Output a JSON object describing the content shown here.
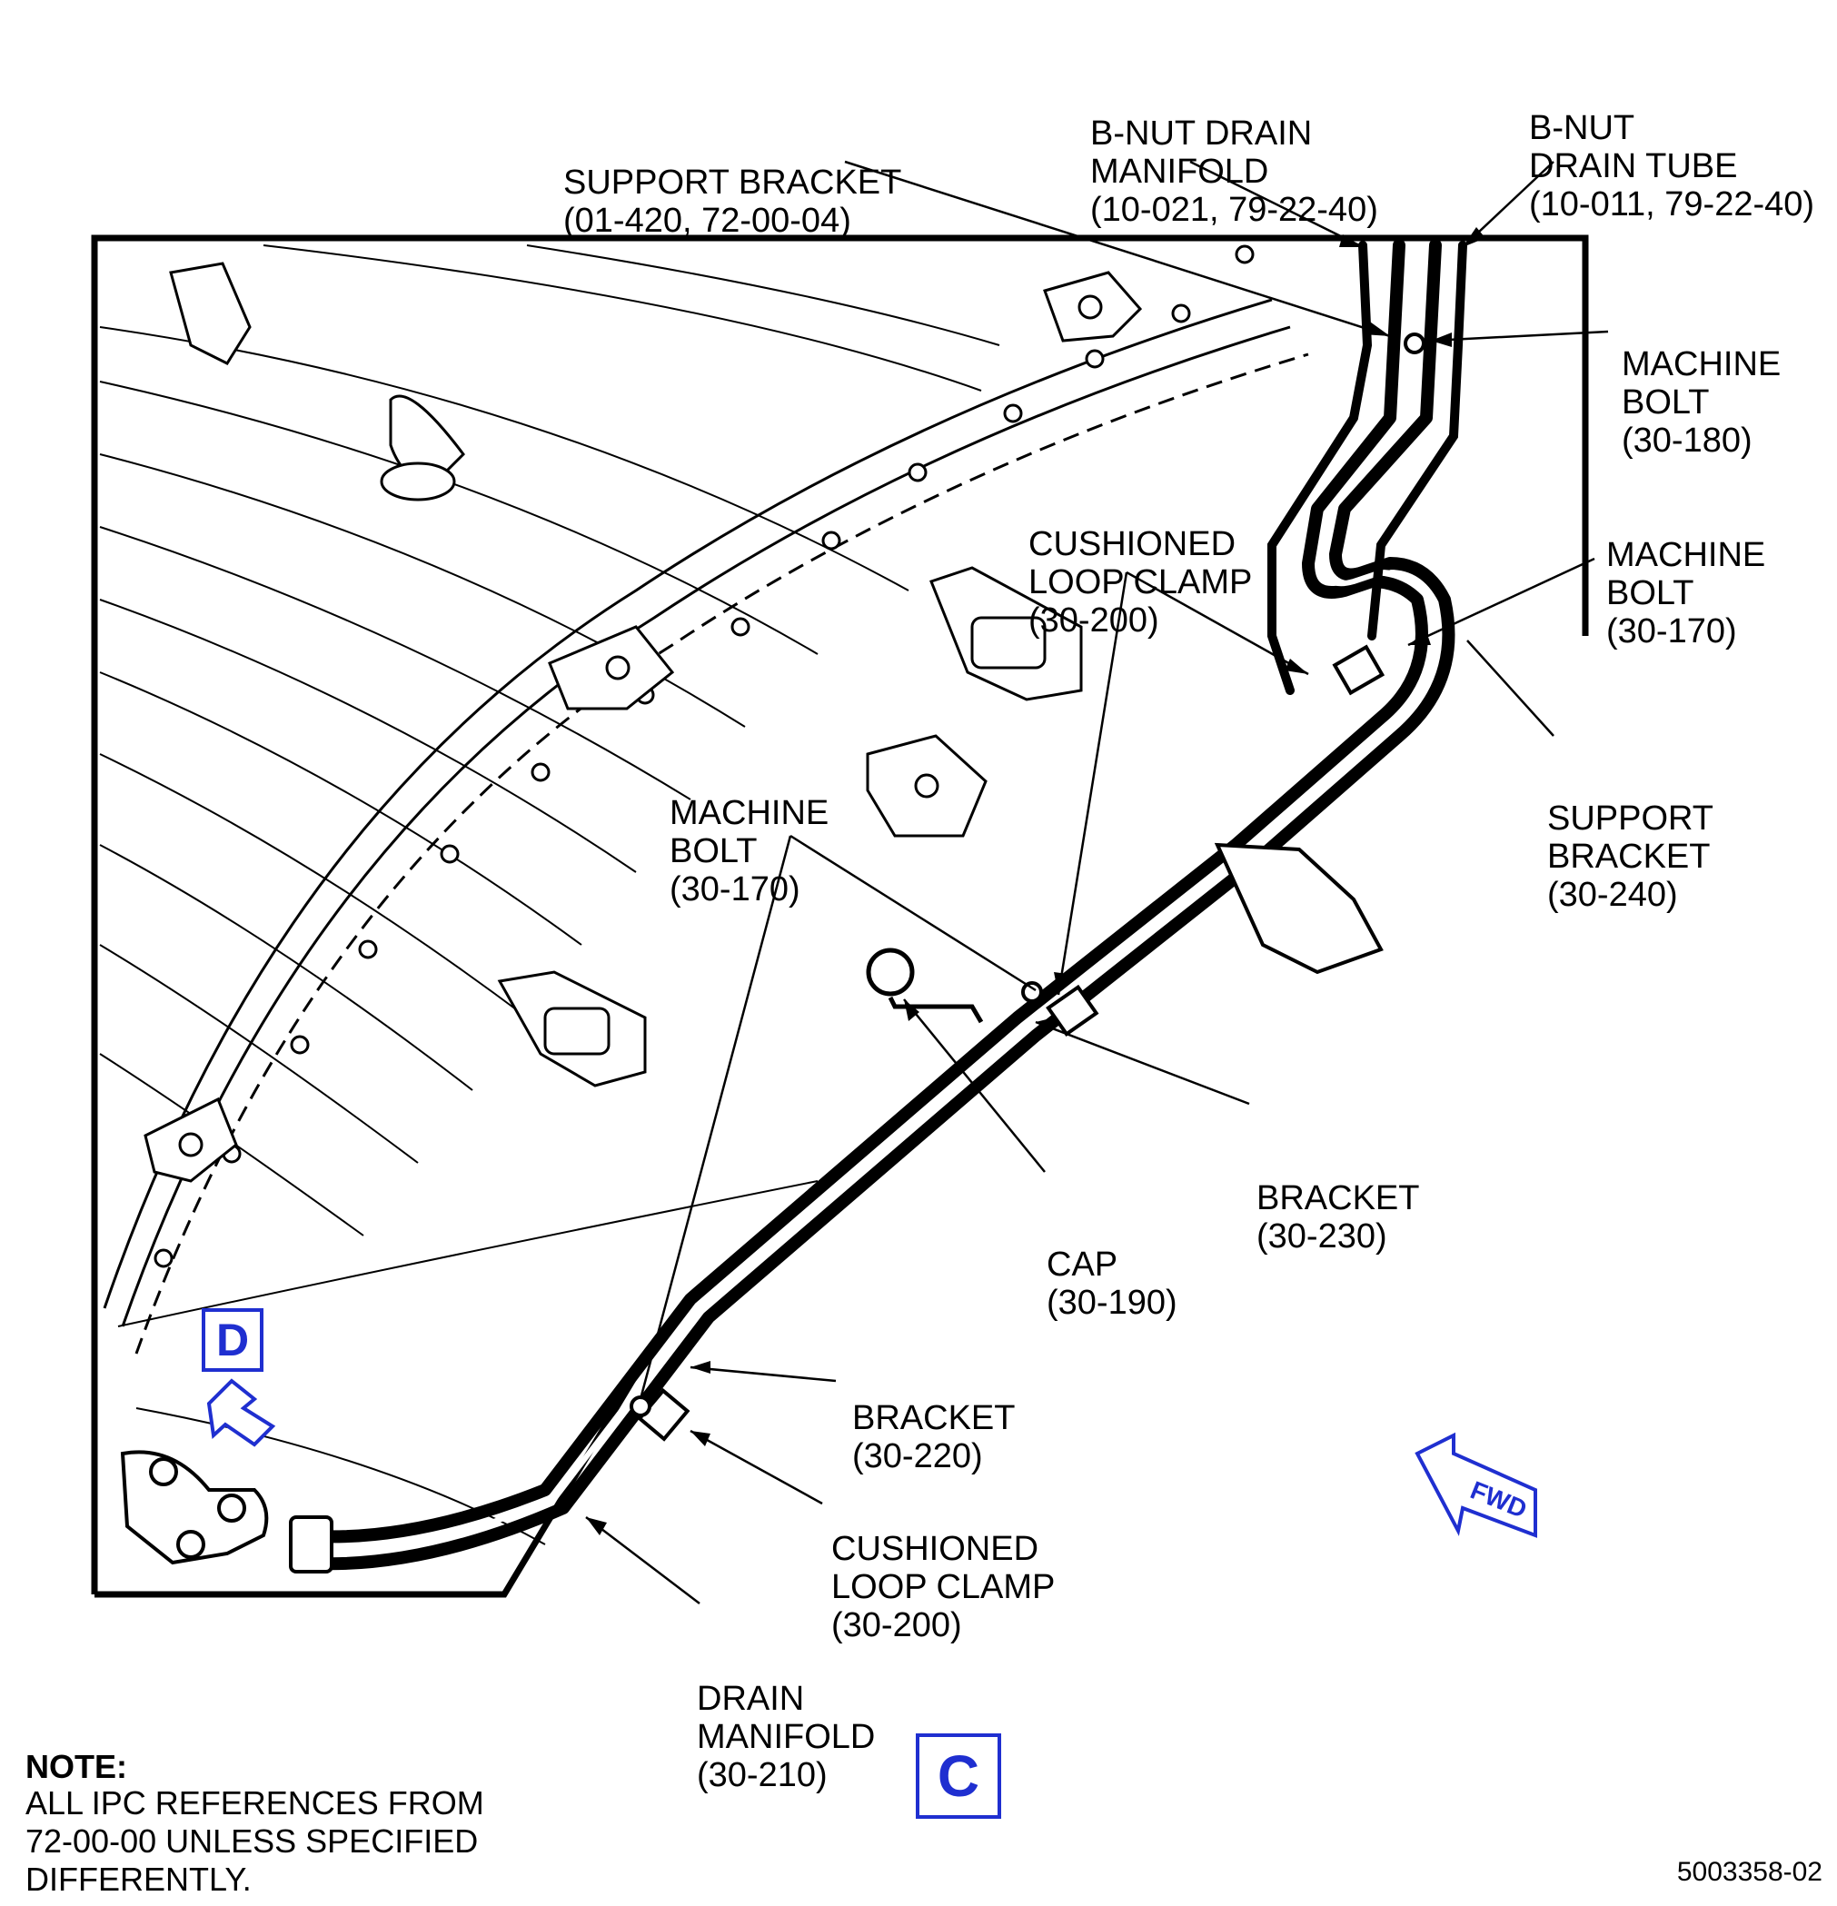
{
  "callouts": [
    {
      "id": "support-bracket-top",
      "lines": [
        "SUPPORT BRACKET",
        "(01-420, 72-00-04)"
      ]
    },
    {
      "id": "bnut-drain-manifold",
      "lines": [
        "B-NUT DRAIN",
        "MANIFOLD",
        "(10-021, 79-22-40)"
      ]
    },
    {
      "id": "bnut-drain-tube",
      "lines": [
        "B-NUT",
        "DRAIN TUBE",
        "(10-011, 79-22-40)"
      ]
    },
    {
      "id": "machine-bolt-180",
      "lines": [
        "MACHINE",
        "BOLT",
        "(30-180)"
      ]
    },
    {
      "id": "machine-bolt-170-right",
      "lines": [
        "MACHINE",
        "BOLT",
        "(30-170)"
      ]
    },
    {
      "id": "cushioned-loop-clamp-top",
      "lines": [
        "CUSHIONED",
        "LOOP CLAMP",
        "(30-200)"
      ]
    },
    {
      "id": "support-bracket-240",
      "lines": [
        "SUPPORT",
        "BRACKET",
        "(30-240)"
      ]
    },
    {
      "id": "machine-bolt-170-center",
      "lines": [
        "MACHINE",
        "BOLT",
        "(30-170)"
      ]
    },
    {
      "id": "bracket-230",
      "lines": [
        "BRACKET",
        "(30-230)"
      ]
    },
    {
      "id": "cap-190",
      "lines": [
        "CAP",
        "(30-190)"
      ]
    },
    {
      "id": "bracket-220",
      "lines": [
        "BRACKET",
        "(30-220)"
      ]
    },
    {
      "id": "cushioned-loop-clamp-bottom",
      "lines": [
        "CUSHIONED",
        "LOOP CLAMP",
        "(30-200)"
      ]
    },
    {
      "id": "drain-manifold-210",
      "lines": [
        "DRAIN",
        "MANIFOLD",
        "(30-210)"
      ]
    }
  ],
  "view_markers": {
    "detail": "D",
    "view": "C"
  },
  "direction_arrow": {
    "label": "FWD",
    "icon": "fwd-arrow-icon"
  },
  "note": {
    "heading": "NOTE:",
    "body": "ALL IPC REFERENCES FROM\n72-00-00 UNLESS SPECIFIED\nDIFFERENTLY."
  },
  "figure_number": "5003358-02",
  "colors": {
    "ink": "#000000",
    "view_marker": "#1f2fd0",
    "background": "#ffffff"
  }
}
